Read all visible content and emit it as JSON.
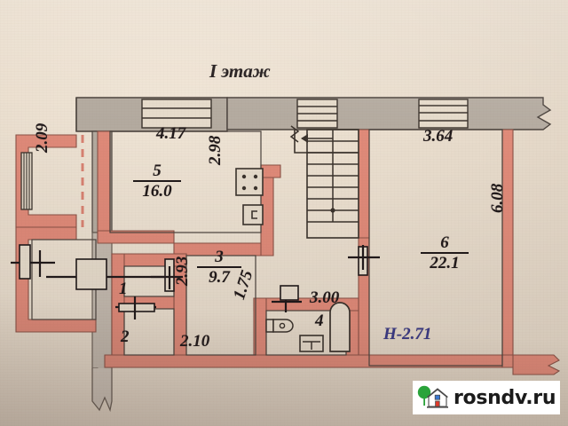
{
  "document": {
    "type": "apartment-floor-plan",
    "title": "I этаж",
    "ceiling_height_label": "Н-2.71"
  },
  "rooms": [
    {
      "number": "1",
      "area": null,
      "name_hint": "hallway"
    },
    {
      "number": "2",
      "area": null,
      "name_hint": "closet"
    },
    {
      "number": "3",
      "area": "9.7",
      "name_hint": "corridor"
    },
    {
      "number": "4",
      "area": null,
      "name_hint": "bathroom"
    },
    {
      "number": "5",
      "area": "16.0",
      "name_hint": "kitchen-living"
    },
    {
      "number": "6",
      "area": "22.1",
      "name_hint": "room"
    }
  ],
  "dimensions": {
    "balcony_width": "2.09",
    "room5_width": "4.17",
    "room5_depth": "2.98",
    "room6_width": "3.64",
    "room6_depth": "6.08",
    "corridor_vertical": "2.93",
    "corridor_diagonal": "1.75",
    "corridor_horizontal": "2.10",
    "bath_width": "3.00"
  },
  "watermark": {
    "text": "rosndv.ru",
    "logo": "house-tree-icon"
  },
  "colors": {
    "paper": "#e9ddcd",
    "wall_red": "#e08878",
    "wall_gray": "#b5aca2",
    "ink": "#20191a",
    "blue_ink": "#3b3a86",
    "watermark_bg": "#ffffff",
    "logo_green": "#2aa33a",
    "logo_red": "#e03a2a",
    "logo_blue": "#3a78d0"
  },
  "fixtures": [
    {
      "name": "stove-icon",
      "room": "5"
    },
    {
      "name": "sink-icon",
      "room": "5"
    },
    {
      "name": "toilet-icon",
      "room": "4"
    },
    {
      "name": "washbasin-icon",
      "room": "4"
    },
    {
      "name": "bathtub-icon",
      "room": "4"
    },
    {
      "name": "staircase-icon",
      "room": "stairwell"
    }
  ]
}
